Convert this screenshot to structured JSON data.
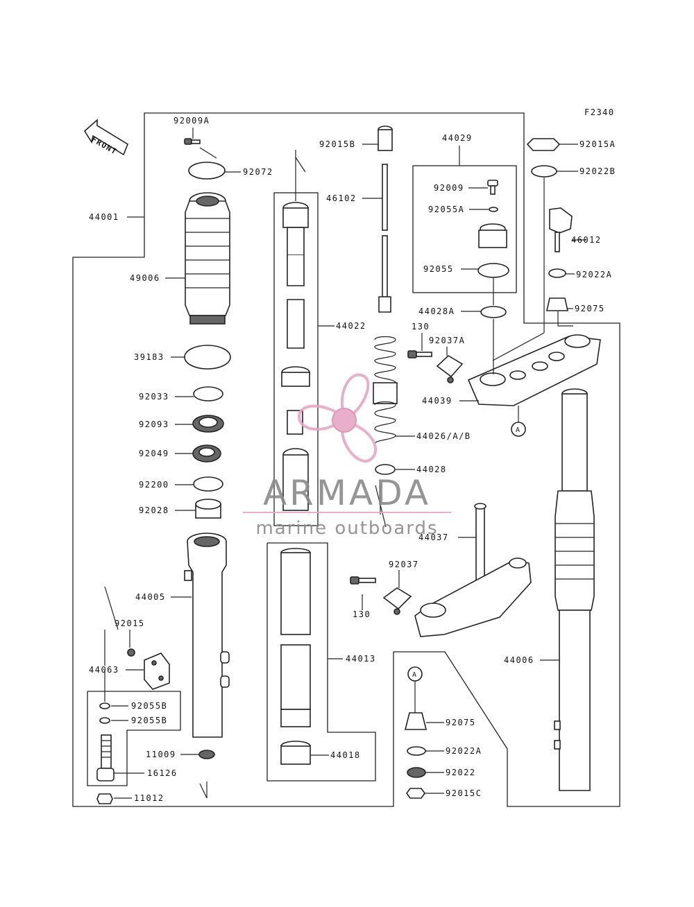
{
  "diagram": {
    "figure_code": "F2340",
    "front_label": "FRONT",
    "circle_ref": "A"
  },
  "labels": {
    "l44001": "44001",
    "l92009A": "92009A",
    "l92072": "92072",
    "l49006": "49006",
    "l39183": "39183",
    "l92033": "92033",
    "l92093": "92093",
    "l92049": "92049",
    "l92200": "92200",
    "l92028": "92028",
    "l44005": "44005",
    "l92015": "92015",
    "l44063": "44063",
    "l92055B_1": "92055B",
    "l92055B_2": "92055B",
    "l16126": "16126",
    "l11009": "11009",
    "l11012": "11012",
    "l92015B": "92015B",
    "l46102": "46102",
    "l44022": "44022",
    "l44029": "44029",
    "l92009": "92009",
    "l92055A": "92055A",
    "l92055": "92055",
    "l44028A": "44028A",
    "l130_top": "130",
    "l92037A": "92037A",
    "l44039": "44039",
    "l44026": "44026/A/B",
    "l44028": "44028",
    "l44037": "44037",
    "l92037": "92037",
    "l130_bot": "130",
    "l44013": "44013",
    "l44018": "44018",
    "l92015A": "92015A",
    "l92022B": "92022B",
    "l46012": "46012",
    "l92022A_top": "92022A",
    "l92075_top": "92075",
    "l44006": "44006",
    "l92075_bot": "92075",
    "l92022A_bot": "92022A",
    "l92022": "92022",
    "l92015C": "92015C"
  },
  "watermark": {
    "brand": "ARMADA",
    "tagline": "marine outboards",
    "accent_color": "#e7a6c4"
  }
}
